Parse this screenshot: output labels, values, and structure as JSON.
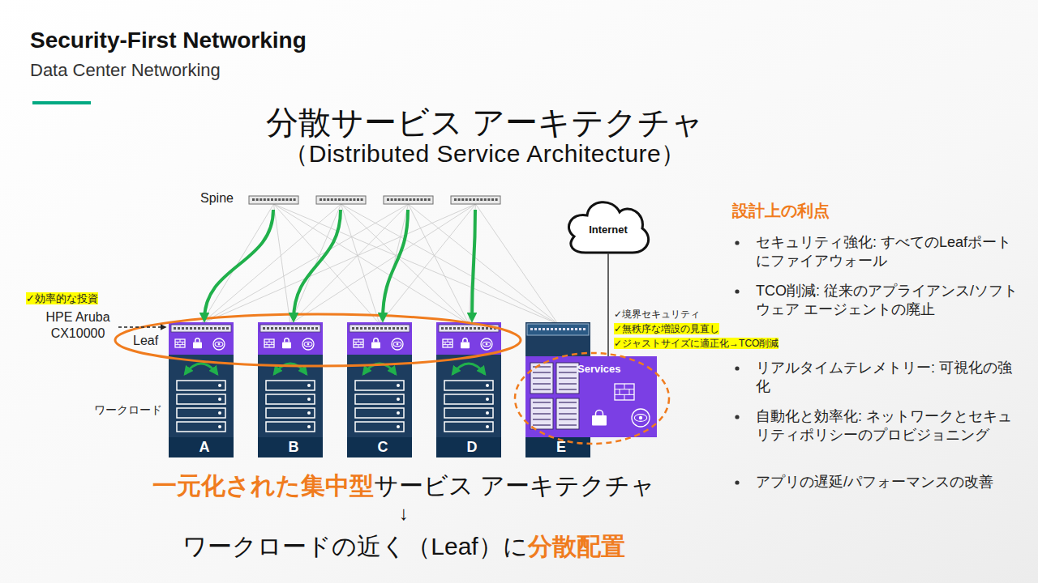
{
  "diagram": {
    "title": "分散サービス アーキテクチャ",
    "nodes": [
      {
        "text": [
          "Spine"
        ]
      },
      {
        "text": [
          "Internet"
        ]
      },
      {
        "text": [
          "A"
        ]
      },
      {
        "text": [
          "B"
        ]
      },
      {
        "text": [
          "C"
        ]
      },
      {
        "text": [
          "D"
        ]
      },
      {
        "text": [
          "E"
        ]
      },
      {
        "text": [
          "Services"
        ],
        "in": 6
      }
    ],
    "edges": [
      {
        "from": 0,
        "to": 2,
        "arrow": "to"
      },
      {
        "from": 0,
        "to": 3,
        "arrow": "to"
      },
      {
        "from": 0,
        "to": 4,
        "arrow": "to"
      },
      {
        "from": 0,
        "to": 5,
        "arrow": "to"
      },
      {
        "from": 1,
        "to": 7,
        "arrow": "none"
      }
    ],
    "labels": [
      "Security-First Networking",
      "Data Center Networking",
      "（Distributed Service Architecture）",
      "✓効率的な投資",
      "HPE Aruba CX10000",
      "Leaf",
      "ワークロード",
      "✓境界セキュリティ",
      "✓無秩序な増設の見直し",
      "✓ジャストサイズに適正化→TCO削減",
      "設計上の利点",
      "セキュリティ強化: すべてのLeafポートにファイアウォール",
      "TCO削減: 従来のアプライアンス/ソフトウェア エージェントの廃止",
      "リアルタイムテレメトリー: 可視化の強化",
      "自動化と効率化: ネットワークとセキュリティポリシーのプロビジョニング",
      "アプリの遅延/パフォーマンスの改善",
      "一元化された集中型",
      "サービス アーキテクチャ",
      "↓",
      "ワークロードの近く（Leaf）に",
      "分散配置"
    ]
  }
}
